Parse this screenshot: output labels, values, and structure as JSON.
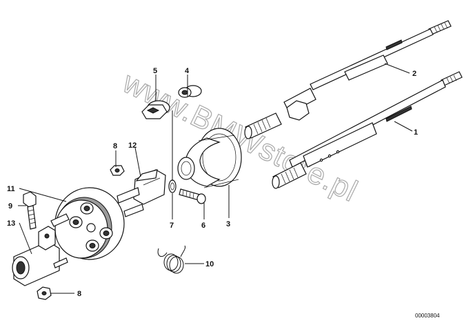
{
  "watermark": "www.BMWstore.pl",
  "reference_number": "00003804",
  "callouts": [
    {
      "id": "c1",
      "label": "1"
    },
    {
      "id": "c2",
      "label": "2"
    },
    {
      "id": "c3",
      "label": "3"
    },
    {
      "id": "c4",
      "label": "4"
    },
    {
      "id": "c5",
      "label": "5"
    },
    {
      "id": "c6",
      "label": "6"
    },
    {
      "id": "c7",
      "label": "7"
    },
    {
      "id": "c8a",
      "label": "8"
    },
    {
      "id": "c8b",
      "label": "8"
    },
    {
      "id": "c9",
      "label": "9"
    },
    {
      "id": "c10",
      "label": "10"
    },
    {
      "id": "c11",
      "label": "11"
    },
    {
      "id": "c12",
      "label": "12"
    },
    {
      "id": "c13",
      "label": "13"
    }
  ]
}
